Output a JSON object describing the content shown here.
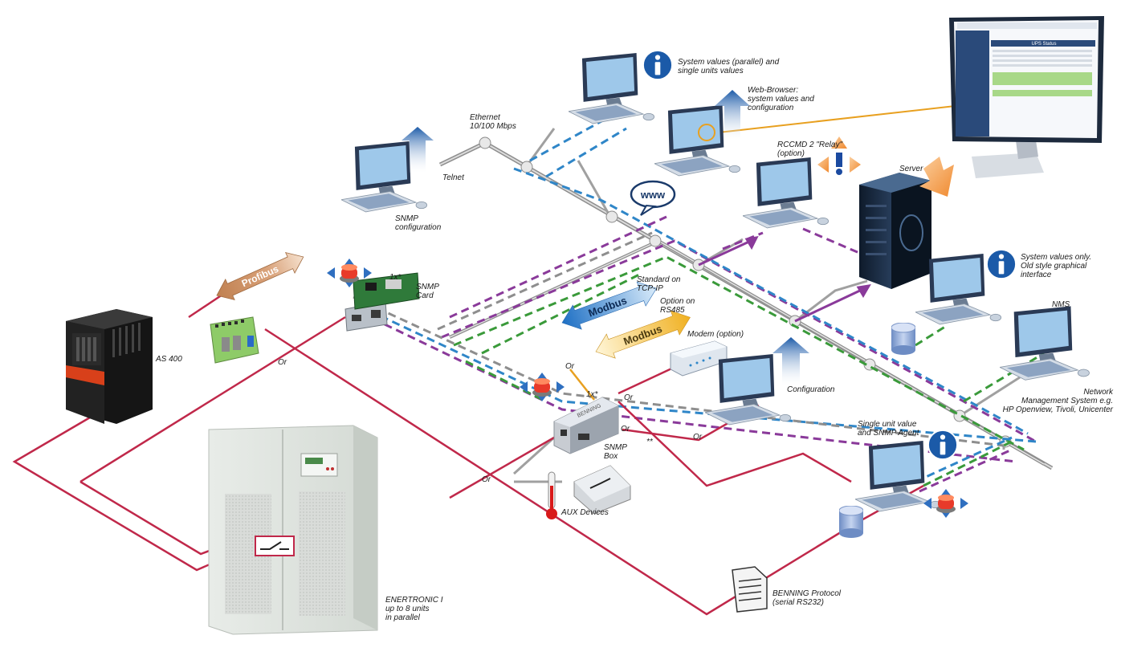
{
  "labels": {
    "ethernet": "Ethernet\n10/100 Mbps",
    "telnet": "Telnet",
    "snmp_configuration": "SNMP\nconfiguration",
    "system_values_parallel": "System values (parallel) and\nsingle units values",
    "web_browser": "Web-Browser:\nsystem values and\nconfiguration",
    "rccmd": "RCCMD 2 \"Relay\"\n(option)",
    "server": "Server",
    "system_values_only": "System values only.\nOld style graphical\ninterface",
    "nms": "NMS",
    "network_management": "Network\nManagement System e.g.\nHP Openview, Tivoli, Unicenter",
    "single_unit": "Single unit value\nand SNMP Agent",
    "configuration": "Configuration",
    "modem": "Modem (option)",
    "standard_tcp": "Standard on\nTCP-IP",
    "option_rs485": "Option on\nRS485",
    "snmp_card_count": "1x*",
    "snmp_card": "SNMP\nCard",
    "snmp_box_count": "1x*",
    "snmp_box": "SNMP\nBox",
    "as400": "AS 400",
    "aux_devices": "AUX Devices",
    "enertronic": "ENERTRONIC I\nup to 8 units\nin parallel",
    "benning_protocol": "BENNING Protocol\n(serial RS232)",
    "or_1": "Or",
    "or_2": "Or",
    "or_3": "Or",
    "or_4": "Or",
    "or_5": "Or",
    "or_6": "Or",
    "double_star": "**"
  },
  "arrows": {
    "profibus": "Profibus",
    "modbus_1": "Modbus",
    "modbus_2": "Modbus"
  },
  "bubble": "www",
  "ups_screen_title": "UPS Status",
  "colors": {
    "serial_line": "#c0284a",
    "grey_bus": "#a8a8a8",
    "purple_dash": "#8a3a9a",
    "blue_dash": "#2f86c8",
    "green_dash": "#3a9a3a",
    "orange_line": "#e8a020",
    "monitor_body": "#2a3a55",
    "screen": "#9ec8ea",
    "info_blue": "#1b5aa8"
  }
}
